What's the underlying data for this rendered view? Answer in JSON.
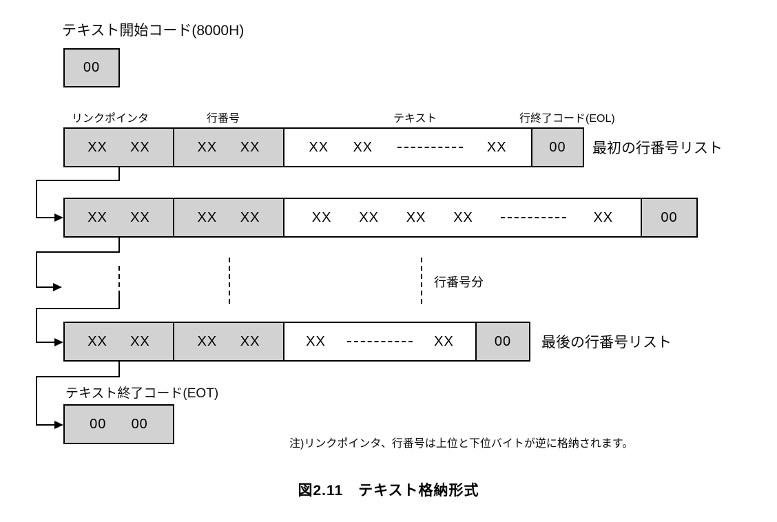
{
  "diagram": {
    "start_label": "テキスト開始コード(8000H)",
    "start_box": {
      "tokens": [
        "00"
      ]
    },
    "column_labels": [
      "リンクポインタ",
      "行番号",
      "テキスト",
      "行終了コード(EOL)"
    ],
    "rows": [
      {
        "label": "最初の行番号リスト",
        "cells": [
          {
            "shaded": true,
            "tokens": [
              "XX",
              "XX"
            ]
          },
          {
            "shaded": true,
            "tokens": [
              "XX",
              "XX"
            ]
          },
          {
            "shaded": false,
            "tokens": [
              "XX",
              "XX",
              "----------",
              "XX"
            ]
          },
          {
            "shaded": true,
            "tokens": [
              "00"
            ]
          }
        ]
      },
      {
        "label": "",
        "cells": [
          {
            "shaded": true,
            "tokens": [
              "XX",
              "XX"
            ]
          },
          {
            "shaded": true,
            "tokens": [
              "XX",
              "XX"
            ]
          },
          {
            "shaded": false,
            "tokens": [
              "XX",
              "XX",
              "XX",
              "XX",
              "----------",
              "XX"
            ]
          },
          {
            "shaded": true,
            "tokens": [
              "00"
            ]
          }
        ]
      },
      {
        "label": "最後の行番号リスト",
        "cells": [
          {
            "shaded": true,
            "tokens": [
              "XX",
              "XX"
            ]
          },
          {
            "shaded": true,
            "tokens": [
              "XX",
              "XX"
            ]
          },
          {
            "shaded": false,
            "tokens": [
              "XX",
              "----------",
              "XX"
            ]
          },
          {
            "shaded": true,
            "tokens": [
              "00"
            ]
          }
        ]
      }
    ],
    "ellipsis_label": "行番号分",
    "eot_label": "テキスト終了コード(EOT)",
    "eot_box": {
      "tokens": [
        "00",
        "00"
      ]
    },
    "note": "注)リンクポインタ、行番号は上位と下位バイトが逆に格納されます。",
    "caption": "図2.11　テキスト格納形式",
    "colors": {
      "box_fill": "#d2d2d2",
      "box_border": "#000000",
      "line": "#000000",
      "background": "#ffffff"
    }
  }
}
